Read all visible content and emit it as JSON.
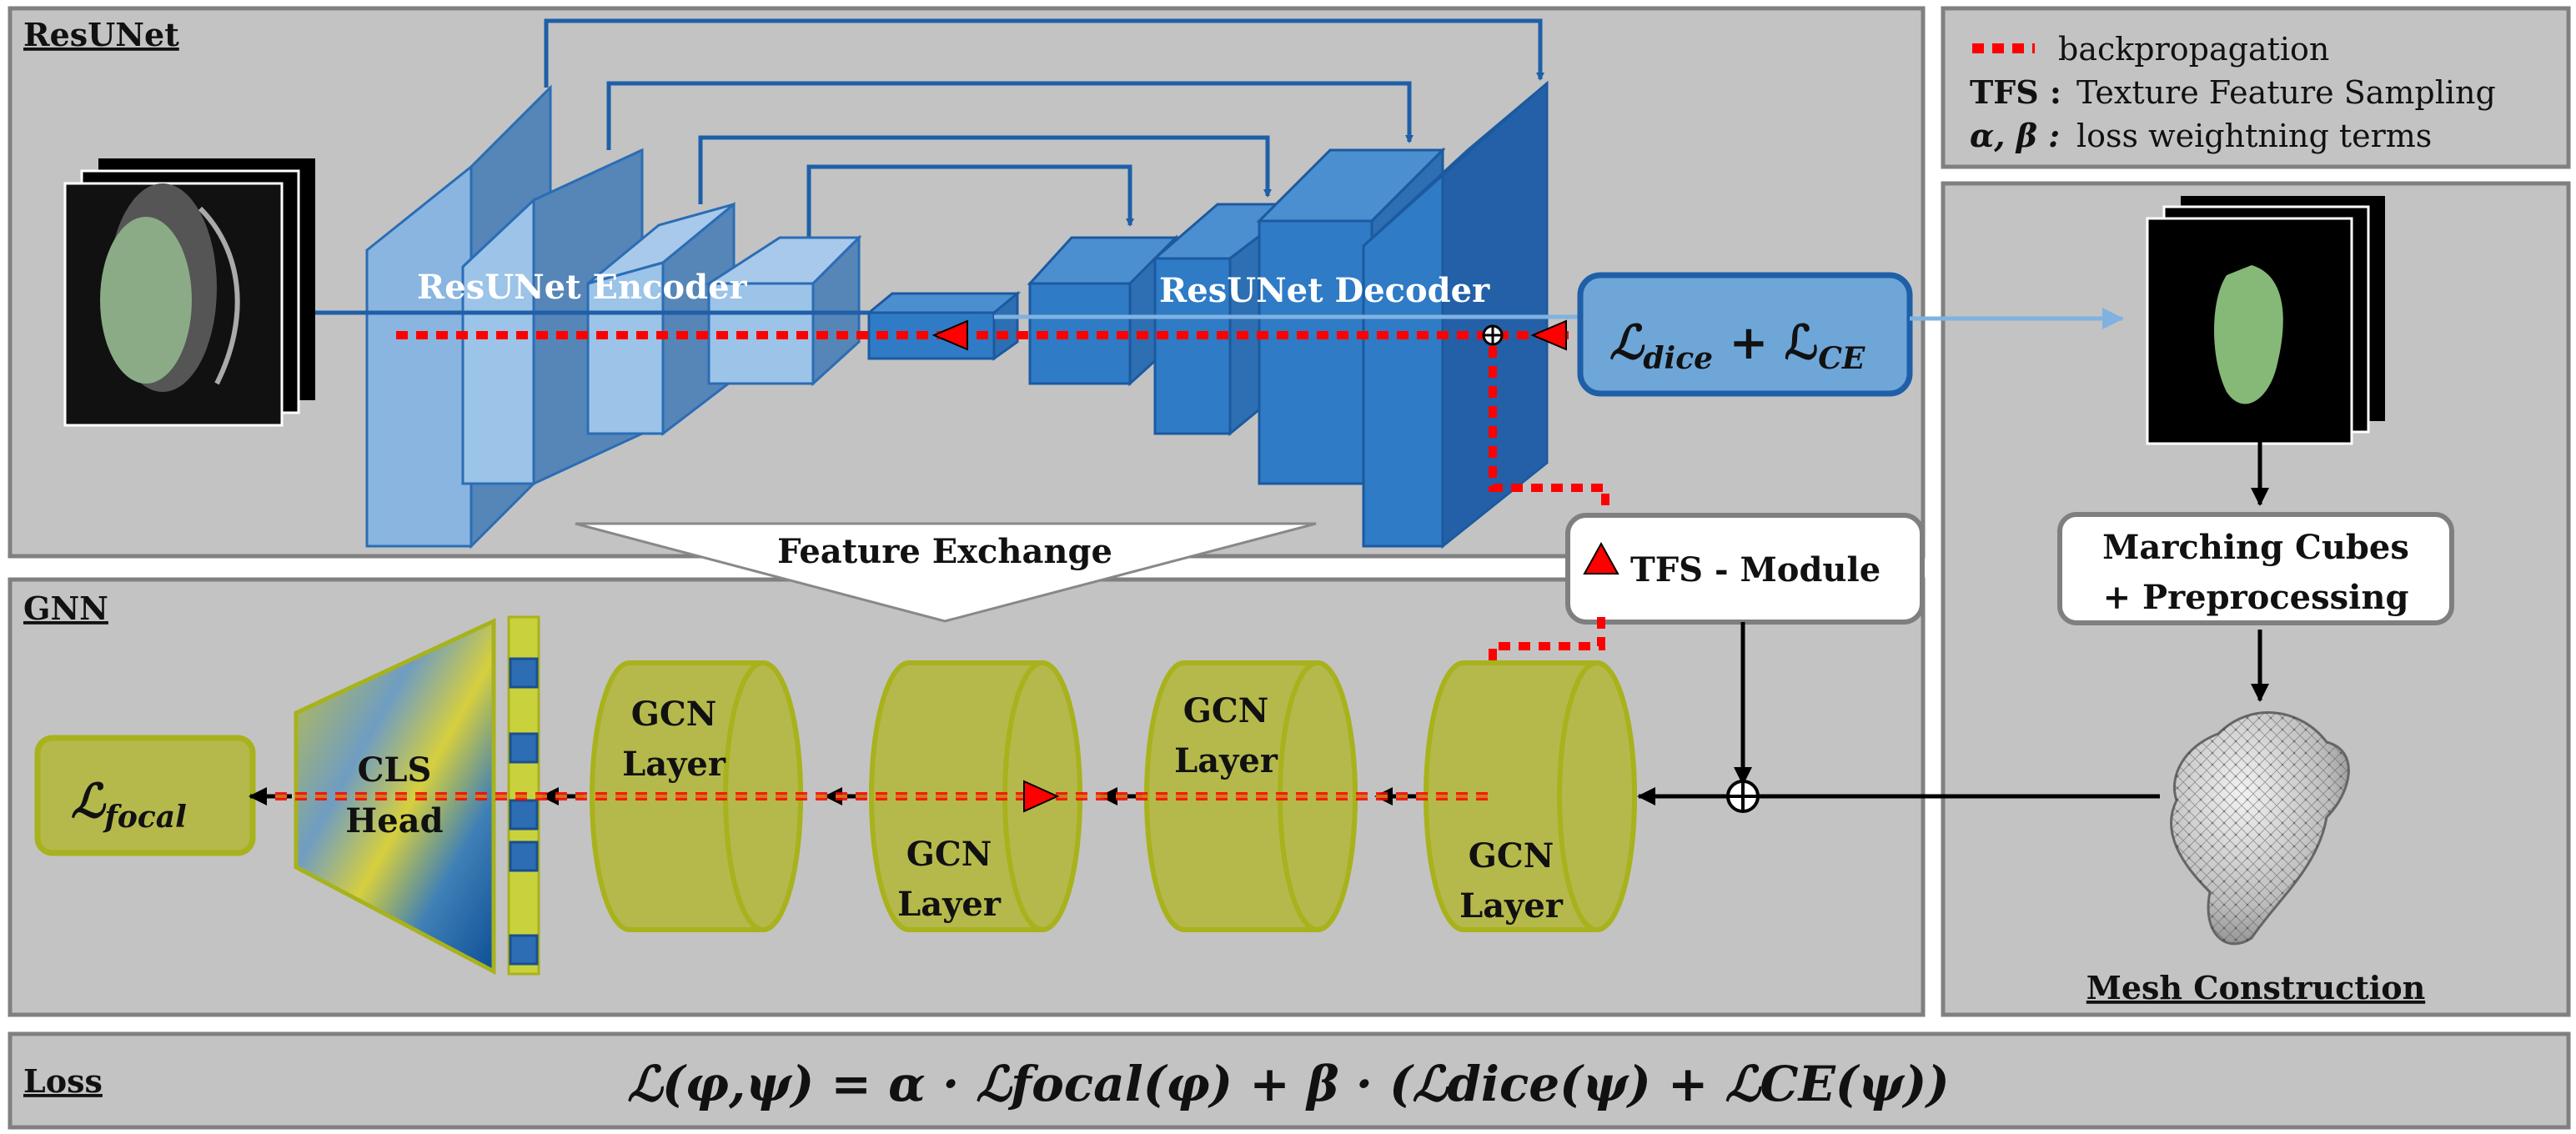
{
  "panels": {
    "resunet": "ResUNet",
    "gnn": "GNN",
    "loss": "Loss",
    "mesh": "Mesh Construction"
  },
  "legend": {
    "backprop": "backpropagation",
    "tfs_abbr": "TFS :",
    "tfs_def": "Texture Feature Sampling",
    "alpha_beta": "α, β :",
    "alpha_beta_def": "loss weightning terms"
  },
  "resunet": {
    "encoder_label": "ResUNet Encoder",
    "decoder_label": "ResUNet Decoder",
    "loss_box": {
      "main": "ℒ",
      "sub1": "dice",
      "plus": " + ℒ",
      "sub2": "CE"
    },
    "feature_exchange": "Feature Exchange"
  },
  "tfs_module": "TFS - Module",
  "mesh": {
    "marching_line1": "Marching Cubes",
    "marching_line2": "+ Preprocessing"
  },
  "gnn": {
    "gcn_line1": "GCN",
    "gcn_line2": "Layer",
    "cls_line1": "CLS",
    "cls_line2": "Head",
    "focal": {
      "main": "ℒ",
      "sub": "focal"
    }
  },
  "loss_formula": "ℒ(φ,ψ) = α · ℒfocal(φ) + β · (ℒdice(ψ) + ℒCE(ψ))",
  "colors": {
    "panel_bg": "#c3c3c3",
    "panel_border": "#808080",
    "blue_dark": "#2e70b8",
    "blue_mid": "#5b9bd5",
    "blue_light": "#9dc3e6",
    "olive": "#b5b94c",
    "olive_border": "#a8b21c",
    "backprop_red": "#ff0000",
    "arrow_blue": "#1f5fa8"
  }
}
